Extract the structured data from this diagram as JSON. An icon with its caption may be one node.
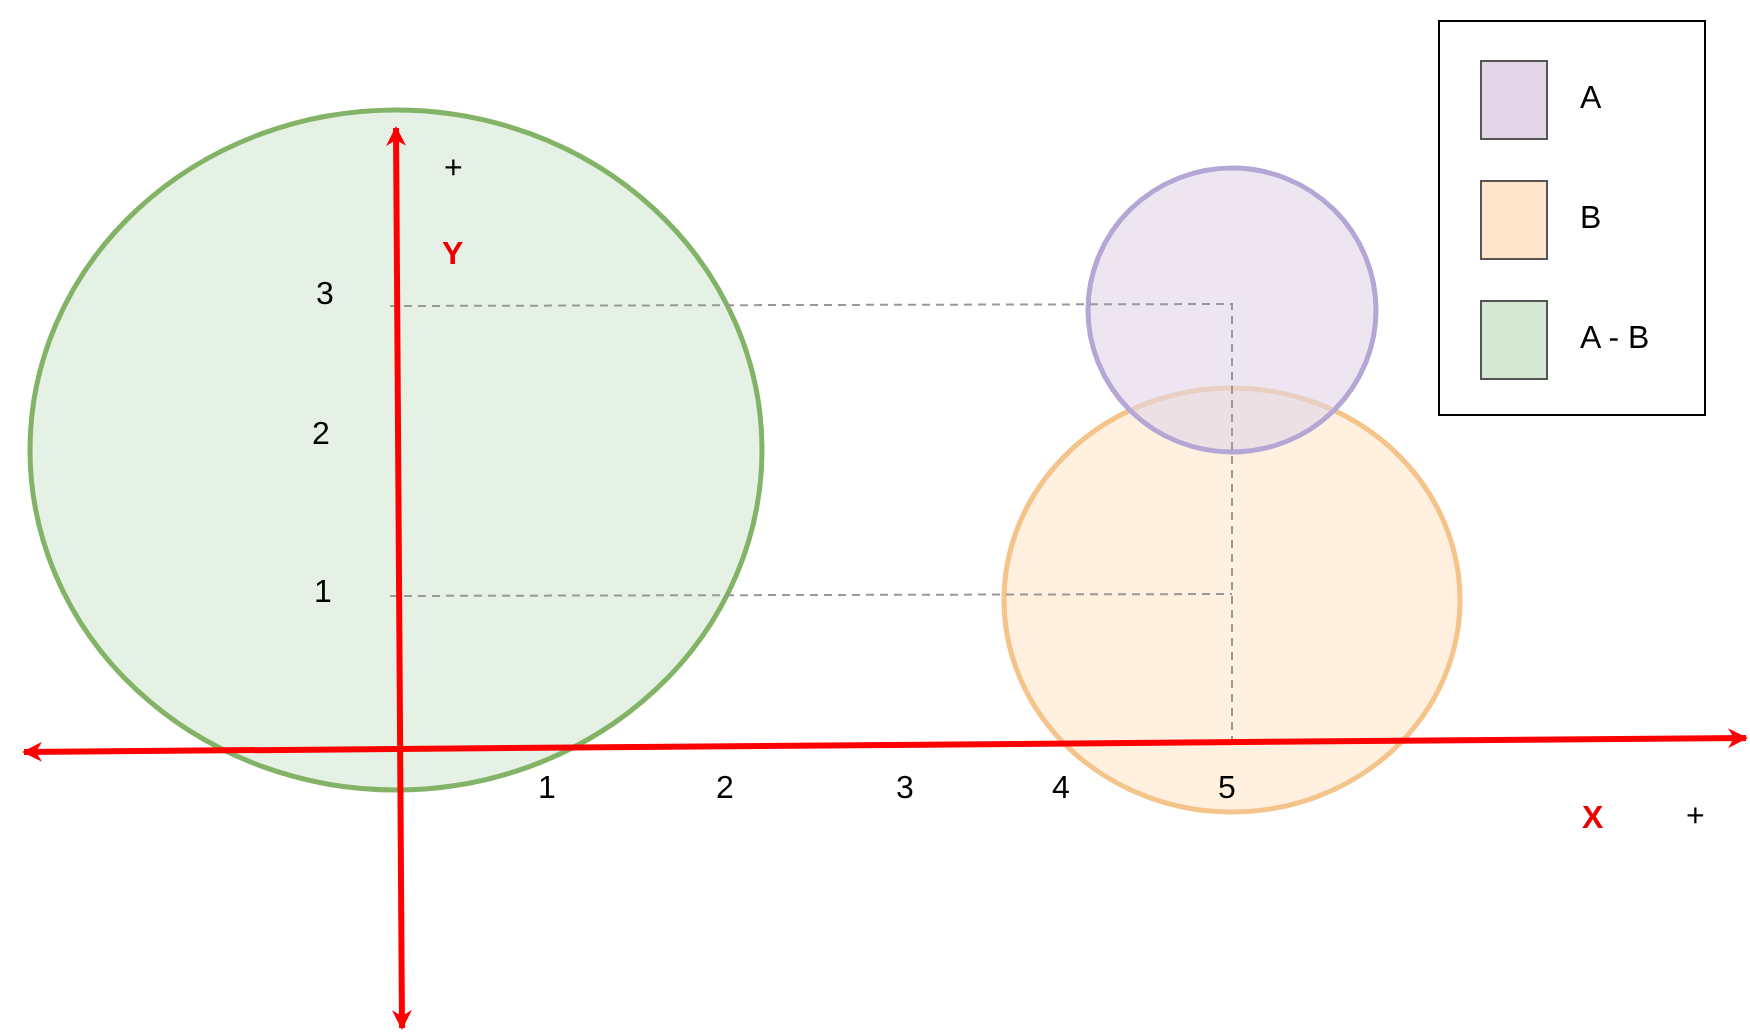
{
  "diagram": {
    "labels": [
      "+",
      "Y",
      "3",
      "2",
      "1",
      "1",
      "2",
      "3",
      "4",
      "5",
      "X",
      "+"
    ],
    "legend": [
      {
        "text": "A",
        "color": "#e1d5e7"
      },
      {
        "text": "B",
        "color": "#ffe6cc"
      },
      {
        "text": "A - B",
        "color": "#d5e8d4"
      }
    ]
  }
}
